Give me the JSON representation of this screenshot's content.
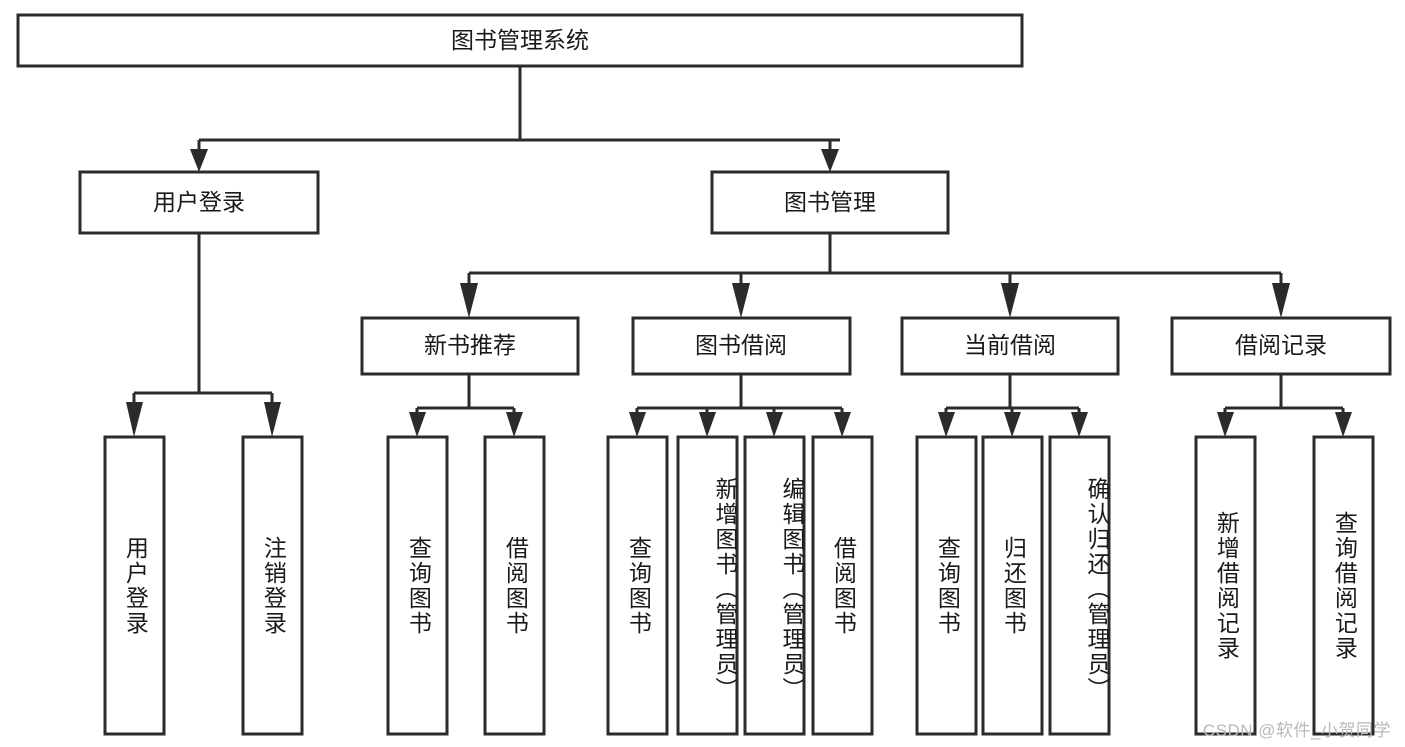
{
  "diagram": {
    "title": "图书管理系统",
    "type": "tree-hierarchy",
    "background_color": "#ffffff",
    "line_color": "#2b2b2b",
    "box_fill": "#ffffff",
    "text_color": "#1a1a1a"
  },
  "root": {
    "label": "图书管理系统"
  },
  "level1": [
    {
      "label": "用户登录"
    },
    {
      "label": "图书管理"
    }
  ],
  "level2": [
    {
      "label": "新书推荐"
    },
    {
      "label": "图书借阅"
    },
    {
      "label": "当前借阅"
    },
    {
      "label": "借阅记录"
    }
  ],
  "leaves": {
    "user_login": [
      {
        "label": "用户登录"
      },
      {
        "label": "注销登录"
      }
    ],
    "new_book_recommend": [
      {
        "label": "查询图书"
      },
      {
        "label": "借阅图书"
      }
    ],
    "book_borrow": [
      {
        "label": "查询图书"
      },
      {
        "label": "新增图书（管理员）"
      },
      {
        "label": "编辑图书（管理员）"
      },
      {
        "label": "借阅图书"
      }
    ],
    "current_borrow": [
      {
        "label": "查询图书"
      },
      {
        "label": "归还图书"
      },
      {
        "label": "确认归还（管理员）"
      }
    ],
    "borrow_record": [
      {
        "label": "新增借阅记录"
      },
      {
        "label": "查询借阅记录"
      }
    ]
  },
  "watermark": {
    "text": "CSDN @软件_小贺同学"
  }
}
